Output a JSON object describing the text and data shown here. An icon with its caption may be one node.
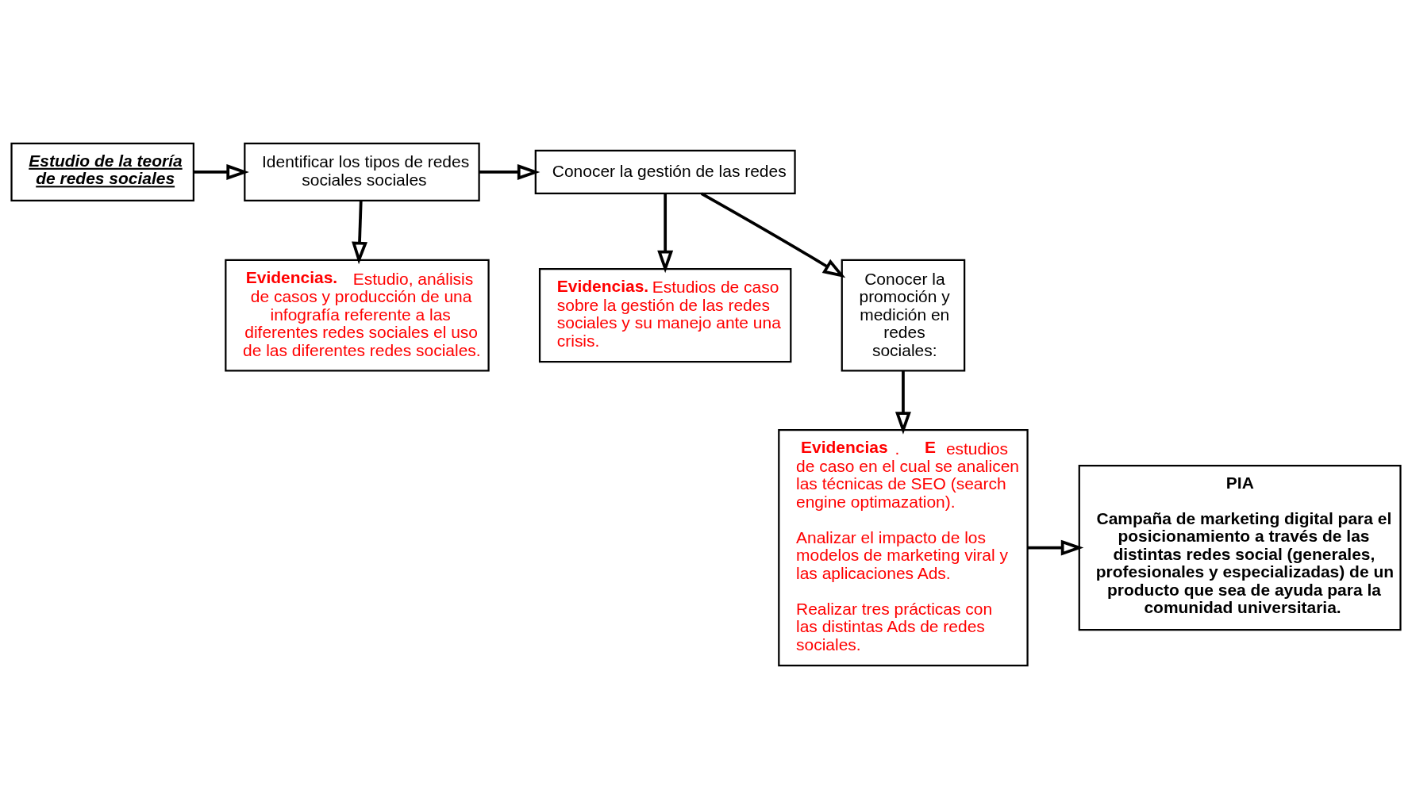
{
  "diagram": {
    "nodes": [
      {
        "text": [
          "Estudio de la teoría de redes sociales"
        ]
      },
      {
        "text": [
          "Identificar los tipos de redes sociales sociales"
        ]
      },
      {
        "text": [
          "**Evidencias.** Estudio, análisis de casos y producción de una infografía referente a las diferentes redes sociales el uso de las diferentes redes sociales."
        ]
      },
      {
        "text": [
          "Conocer la gestión de las redes"
        ]
      },
      {
        "text": [
          "**Evidencias.** Estudios de caso sobre la gestión de las redes sociales y su manejo ante una crisis."
        ]
      },
      {
        "text": [
          "Conocer la promoción y medición en redes sociales:"
        ]
      },
      {
        "text": [
          "**Evidencias**. **E**estudios de caso en el cual se analicen las técnicas de SEO (search engine optimazation).",
          "Analizar el impacto de los modelos de marketing viral y las aplicaciones Ads.",
          "Realizar tres prácticas con las distintas Ads de redes sociales."
        ]
      },
      {
        "text": [
          "PIA",
          "Campaña de marketing digital para el posicionamiento a través de las distintas redes social (generales, profesionales y especializadas) de un producto que sea de ayuda para la comunidad universitaria."
        ]
      }
    ],
    "edges": [
      {
        "from": 0,
        "to": 1,
        "arrow": "to"
      },
      {
        "from": 1,
        "to": 2,
        "arrow": "to"
      },
      {
        "from": 1,
        "to": 3,
        "arrow": "to"
      },
      {
        "from": 3,
        "to": 4,
        "arrow": "to"
      },
      {
        "from": 3,
        "to": 5,
        "arrow": "to"
      },
      {
        "from": 5,
        "to": 6,
        "arrow": "to"
      },
      {
        "from": 6,
        "to": 7,
        "arrow": "to"
      }
    ]
  }
}
